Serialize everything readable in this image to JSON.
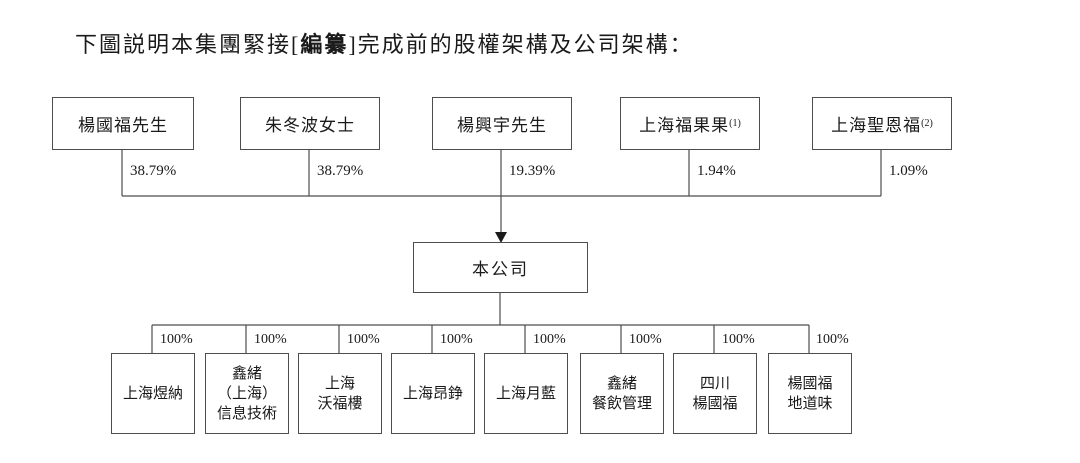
{
  "title": {
    "prefix": "下圖説明本集團緊接[",
    "redacted": "編纂",
    "suffix": "]完成前的股權架構及公司架構："
  },
  "company": {
    "label": "本公司"
  },
  "shareholders": [
    {
      "name": "楊國福先生",
      "note": "",
      "percent": "38.79%"
    },
    {
      "name": "朱冬波女士",
      "note": "",
      "percent": "38.79%"
    },
    {
      "name": "楊興宇先生",
      "note": "",
      "percent": "19.39%"
    },
    {
      "name": "上海福果果",
      "note": "(1)",
      "percent": "1.94%"
    },
    {
      "name": "上海聖恩福",
      "note": "(2)",
      "percent": "1.09%"
    }
  ],
  "subsidiaries": [
    {
      "name": "上海煜納",
      "percent": "100%"
    },
    {
      "name": "鑫緒\n（上海）\n信息技術",
      "percent": "100%"
    },
    {
      "name": "上海\n沃福樓",
      "percent": "100%"
    },
    {
      "name": "上海昂錚",
      "percent": "100%"
    },
    {
      "name": "上海月藍",
      "percent": "100%"
    },
    {
      "name": "鑫緒\n餐飲管理",
      "percent": "100%"
    },
    {
      "name": "四川\n楊國福",
      "percent": "100%"
    },
    {
      "name": "楊國福\n地道味",
      "percent": "100%"
    }
  ],
  "colors": {
    "line": "#4d4d4d",
    "text": "#1a1a1a",
    "background": "#ffffff"
  }
}
